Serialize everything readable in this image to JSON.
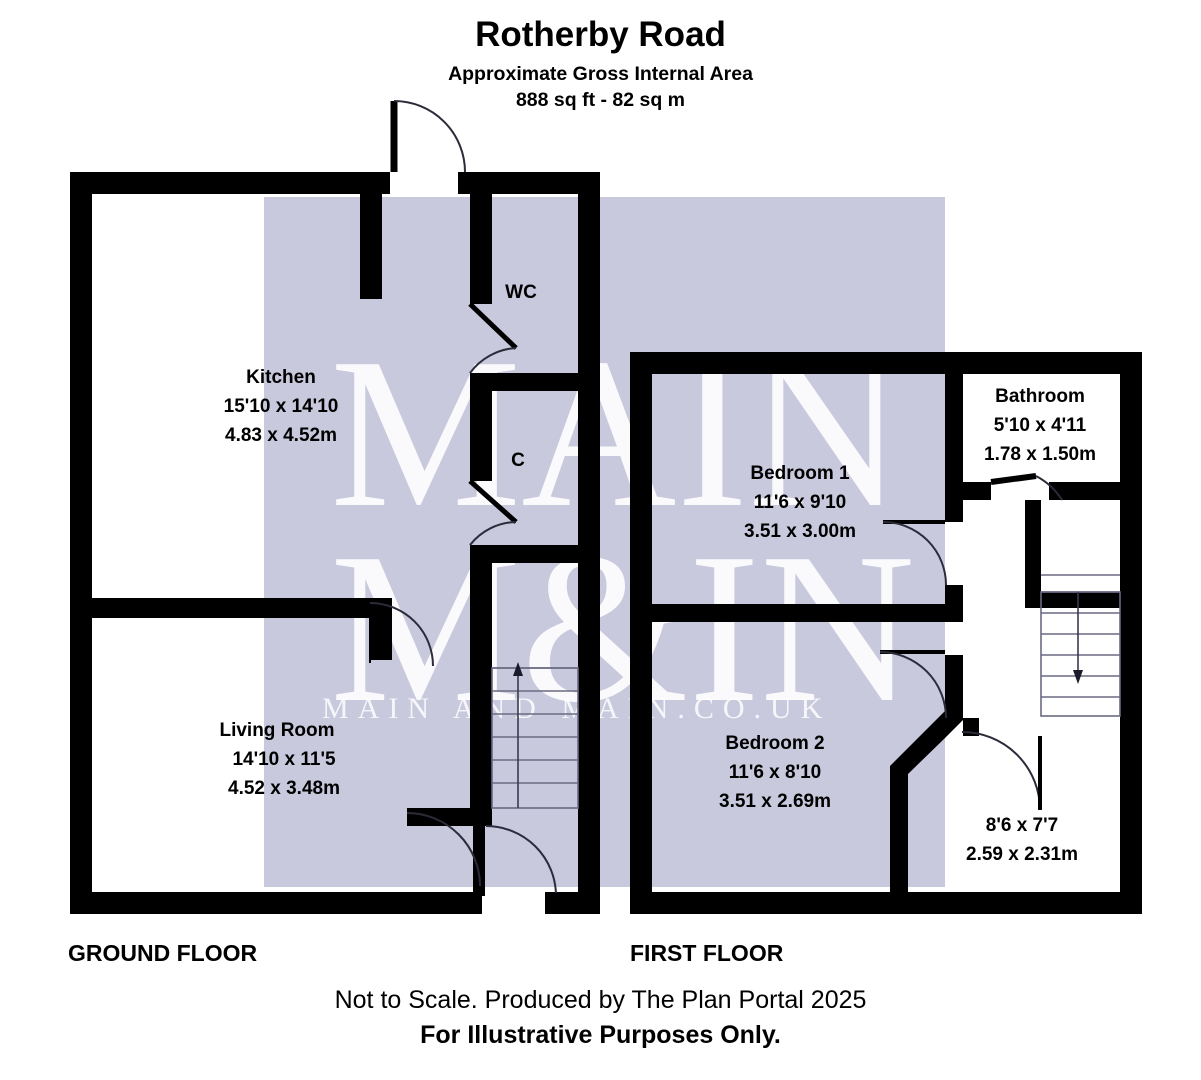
{
  "header": {
    "title": "Rotherby Road",
    "subtitle": "Approximate Gross Internal Area",
    "area": "888 sq ft - 82 sq m"
  },
  "colors": {
    "wall": "#000000",
    "room_fill": "#c9c9de",
    "background": "#ffffff",
    "door_arc": "#2b2b3a",
    "stair_line": "#6a6a82",
    "watermark": "#ffffff"
  },
  "watermark": {
    "line1": "MAIN",
    "line2": "M&IN",
    "url": "MAIN AND MAIN.CO.UK"
  },
  "floors": [
    {
      "id": "ground",
      "caption": "GROUND FLOOR",
      "rooms": [
        {
          "id": "kitchen",
          "name": "Kitchen",
          "imperial": "15'10 x 14'10",
          "metric": "4.83 x 4.52m"
        },
        {
          "id": "living-room",
          "name": "Living Room",
          "imperial": "14'10 x 11'5",
          "metric": "4.52 x  3.48m"
        },
        {
          "id": "wc",
          "name": "WC",
          "imperial": "",
          "metric": ""
        },
        {
          "id": "cupboard",
          "name": "C",
          "imperial": "",
          "metric": ""
        }
      ]
    },
    {
      "id": "first",
      "caption": "FIRST FLOOR",
      "rooms": [
        {
          "id": "bedroom-1",
          "name": "Bedroom 1",
          "imperial": "11'6 x 9'10",
          "metric": "3.51 x 3.00m"
        },
        {
          "id": "bedroom-2",
          "name": "Bedroom 2",
          "imperial": "11'6 x 8'10",
          "metric": "3.51 x 2.69m"
        },
        {
          "id": "bathroom",
          "name": "Bathroom",
          "imperial": "5'10 x 4'11",
          "metric": "1.78 x 1.50m"
        },
        {
          "id": "bedroom-3",
          "name": "",
          "imperial": "8'6 x 7'7",
          "metric": "2.59 x 2.31m"
        }
      ]
    }
  ],
  "footer": {
    "line1": "Not to Scale. Produced by The Plan Portal 2025",
    "line2": "For Illustrative Purposes Only."
  }
}
